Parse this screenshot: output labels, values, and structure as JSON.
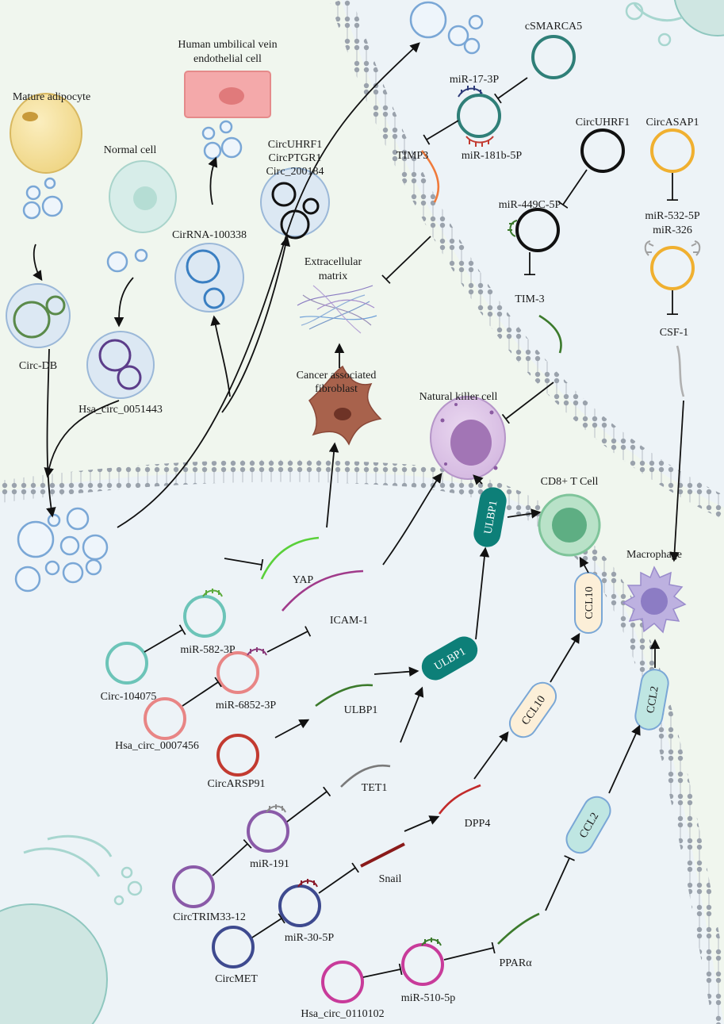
{
  "labels": {
    "mature_adipocyte": "Mature adipocyte",
    "huvec_line1": "Human umbilical vein",
    "huvec_line2": "endothelial cell",
    "normal_cell": "Normal cell",
    "circ_db": "Circ-DB",
    "hsa_circ_0051443": "Hsa_circ_0051443",
    "cirrna_100338": "CirRNA-100338",
    "circ_group_1": "CircUHRF1",
    "circ_group_2": "CircPTGR1",
    "circ_group_3": "Circ_200184",
    "ecm_line1": "Extracellular",
    "ecm_line2": "matrix",
    "caf_line1": "Cancer associated",
    "caf_line2": "fibroblast",
    "nk_cell": "Natural killer cell",
    "cd8_t_cell": "CD8+ T Cell",
    "macrophage": "Macrophage",
    "csmarca5": "cSMARCA5",
    "mir_17_3p": "miR-17-3P",
    "mir_181b_5p": "miR-181b-5P",
    "timp3": "TIMP3",
    "circuhrf1_right": "CircUHRF1",
    "mir_449c_5p": "miR-449C-5P",
    "tim_3": "TIM-3",
    "circasap1": "CircASAP1",
    "mir_532_5p": "miR-532-5P",
    "mir_326": "miR-326",
    "csf_1": "CSF-1",
    "yap": "YAP",
    "icam_1": "ICAM-1",
    "mir_582_3p": "miR-582-3P",
    "circ_104075": "Circ-104075",
    "mir_6852_3p": "miR-6852-3P",
    "hsa_circ_0007456": "Hsa_circ_0007456",
    "ulbp1": "ULBP1",
    "circarsp91": "CircARSP91",
    "tet1": "TET1",
    "mir_191": "miR-191",
    "circtrim33_12": "CircTRIM33-12",
    "dpp4": "DPP4",
    "snail": "Snail",
    "mir_30_5p": "miR-30-5P",
    "circmet": "CircMET",
    "ppar_alpha": "PPARα",
    "mir_510_5p": "miR-510-5p",
    "hsa_circ_0110102": "Hsa_circ_0110102",
    "ccl10": "CCL10",
    "ccl2": "CCL2"
  },
  "colors": {
    "background_cytoplasm": "#edf3f7",
    "background_extracellular": "#f0f6ee",
    "membrane": "#9ba3ad",
    "teal_circ": "#2f7f78",
    "mint_circ": "#6cc4b8",
    "black_circ": "#111111",
    "orange_circ": "#f0b030",
    "pink_circ": "#e88585",
    "red_circ": "#c23a30",
    "purple_circ": "#8a5aa8",
    "navy_circ": "#3e4a8f",
    "magenta_circ": "#c83b9a",
    "green_circ": "#5a8a4a",
    "blue_circ": "#3a7fc2",
    "ulbp1_capsule": "#0d7f78",
    "ccl10_capsule": "#fcefd8",
    "ccl2_capsule": "#bfe6e2"
  }
}
